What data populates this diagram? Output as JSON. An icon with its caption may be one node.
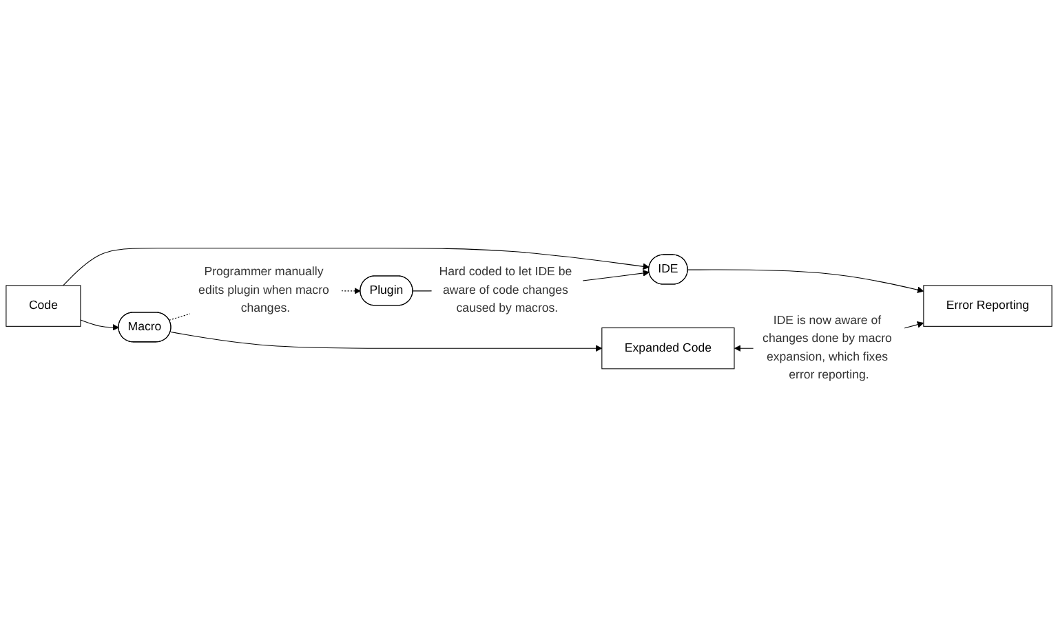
{
  "diagram": {
    "nodes": [
      {
        "text": [
          "Code"
        ]
      },
      {
        "text": [
          "IDE"
        ]
      },
      {
        "text": [
          "Error Reporting"
        ]
      },
      {
        "text": [
          "Macro"
        ]
      },
      {
        "text": [
          "Plugin"
        ]
      },
      {
        "text": [
          "Expanded Code"
        ]
      }
    ],
    "edges": [
      {
        "from": 0,
        "to": 1,
        "arrow": "to"
      },
      {
        "from": 1,
        "to": 2,
        "arrow": "to"
      },
      {
        "from": 0,
        "to": 3,
        "arrow": "to"
      },
      {
        "from": 3,
        "to": 4,
        "arrow": "to",
        "style": "dashed",
        "label": "Programmer manually edits plugin when macro changes."
      },
      {
        "from": 4,
        "to": 1,
        "arrow": "to",
        "label": "Hard coded to let IDE be aware of code changes caused by macros."
      },
      {
        "from": 3,
        "to": 5,
        "arrow": "to"
      },
      {
        "from": 5,
        "to": 2,
        "arrow": "both",
        "label": "IDE is now aware of changes done by macro expansion, which fixes error reporting."
      }
    ]
  }
}
